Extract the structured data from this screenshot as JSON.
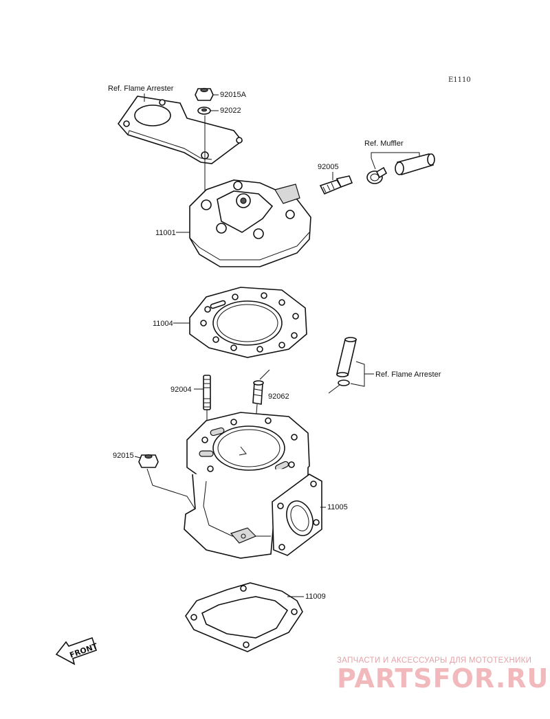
{
  "diagram_code": "E1110",
  "labels": {
    "ref_flame_arrester_top": "Ref. Flame Arrester",
    "ref_flame_arrester_right": "Ref. Flame Arrester",
    "ref_muffler": "Ref. Muffler"
  },
  "parts": {
    "nut_92015A": "92015A",
    "washer_92022": "92022",
    "fitting_92005": "92005",
    "cylinder_head_11001": "11001",
    "head_gasket_11004": "11004",
    "stud_92004": "92004",
    "fitting_92062": "92062",
    "nut_92015": "92015",
    "cylinder_11005": "11005",
    "base_gasket_11009": "11009"
  },
  "front_marker": "FRONT",
  "watermark": {
    "tagline": "ЗАПЧАСТИ И АКСЕССУАРЫ ДЛЯ МОТОТЕХНИКИ",
    "logo": "PARTSFOR.RU"
  }
}
